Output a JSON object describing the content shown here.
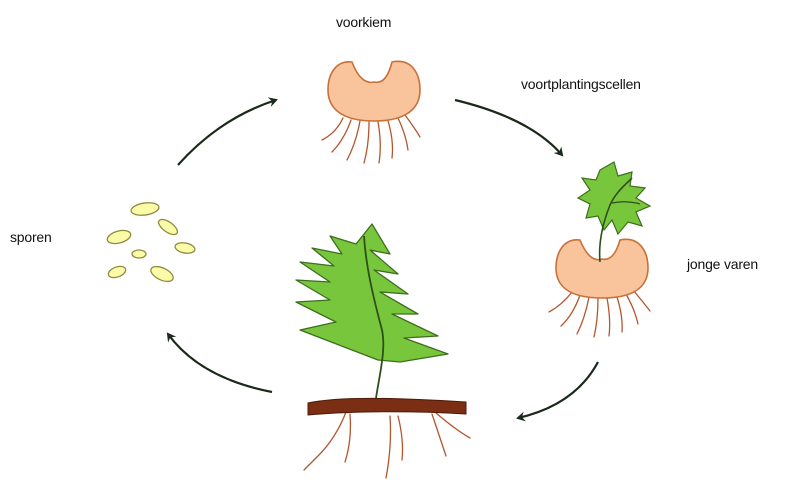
{
  "diagram": {
    "labels": {
      "prothallus": "voorkiem",
      "gametes": "voortplantingscellen",
      "young_fern": "jonge varen",
      "spores": "sporen"
    },
    "colors": {
      "prothallus_fill": "#f9c49b",
      "prothallus_stroke": "#c8703a",
      "root_stroke": "#b5562f",
      "spore_fill": "#fafaa8",
      "spore_stroke": "#8c8c40",
      "leaf_fill": "#78c63c",
      "leaf_stroke": "#3d6e1d",
      "rhizome_fill": "#7a2e14",
      "arrow": "#1a2a1a"
    }
  }
}
